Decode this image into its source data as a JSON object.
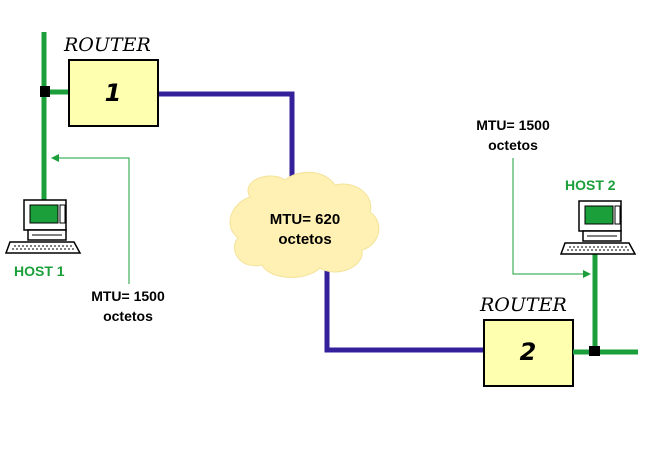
{
  "router_1": {
    "title": "ROUTER",
    "number": "1"
  },
  "router_2": {
    "title": "ROUTER",
    "number": "2"
  },
  "host_1": {
    "label": "HOST 1",
    "mtu_line1": "MTU= 1500",
    "mtu_line2": "octetos"
  },
  "host_2": {
    "label": "HOST 2",
    "mtu_line1": "MTU= 1500",
    "mtu_line2": "octetos"
  },
  "cloud": {
    "mtu_line1": "MTU= 620",
    "mtu_line2": "octetos"
  },
  "colors": {
    "lan_line": "#1a9f3a",
    "wan_line": "#33209a",
    "router_fill": "#ffffb0",
    "cloud_fill": "#fff0b3",
    "host_label": "#1a9f3a",
    "arrow": "#1a9f3a"
  }
}
